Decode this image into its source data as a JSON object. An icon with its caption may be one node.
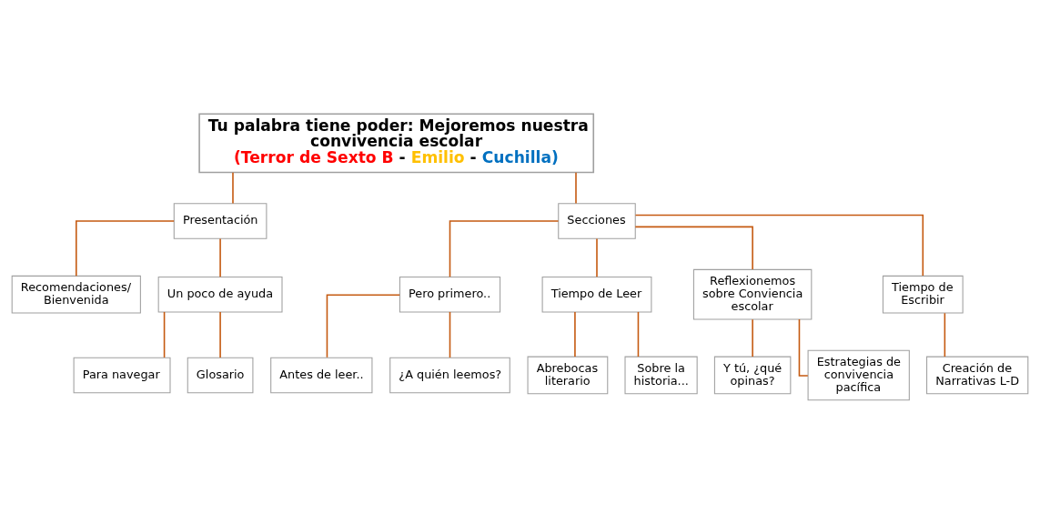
{
  "diagram": {
    "nodes": [
      {
        "text": [
          "Tu palabra tiene poder: Mejoremos nuestra convivencia escolar",
          "(Terror de Sexto B - Emilio - Cuchilla)"
        ]
      },
      {
        "text": [
          "Presentación"
        ]
      },
      {
        "text": [
          "Secciones"
        ]
      },
      {
        "text": [
          "Recomendaciones/ Bienvenida"
        ]
      },
      {
        "text": [
          "Un poco de ayuda"
        ]
      },
      {
        "text": [
          "Pero primero.."
        ]
      },
      {
        "text": [
          "Tiempo de Leer"
        ]
      },
      {
        "text": [
          "Reflexionemos sobre Conviencia escolar"
        ]
      },
      {
        "text": [
          "Tiempo de Escribir"
        ]
      },
      {
        "text": [
          "Para navegar"
        ]
      },
      {
        "text": [
          "Glosario"
        ]
      },
      {
        "text": [
          "Antes de leer.."
        ]
      },
      {
        "text": [
          "¿A quién leemos?"
        ]
      },
      {
        "text": [
          "Abrebocas literario"
        ]
      },
      {
        "text": [
          "Sobre la historia..."
        ]
      },
      {
        "text": [
          "Y tú, ¿qué opinas?"
        ]
      },
      {
        "text": [
          "Estrategias de convivencia pacífica"
        ]
      },
      {
        "text": [
          "Creación de Narrativas L-D"
        ]
      }
    ],
    "edges": [
      {
        "from": 0,
        "to": 1,
        "arrow": "none",
        "color": "#c55a11"
      },
      {
        "from": 0,
        "to": 2,
        "arrow": "none",
        "color": "#c55a11"
      },
      {
        "from": 1,
        "to": 3,
        "arrow": "none",
        "color": "#c55a11"
      },
      {
        "from": 1,
        "to": 4,
        "arrow": "none",
        "color": "#c55a11"
      },
      {
        "from": 2,
        "to": 5,
        "arrow": "none",
        "color": "#c55a11"
      },
      {
        "from": 2,
        "to": 6,
        "arrow": "none",
        "color": "#c55a11"
      },
      {
        "from": 2,
        "to": 7,
        "arrow": "none",
        "color": "#c55a11"
      },
      {
        "from": 2,
        "to": 8,
        "arrow": "none",
        "color": "#c55a11"
      },
      {
        "from": 4,
        "to": 9,
        "arrow": "none",
        "color": "#c55a11"
      },
      {
        "from": 4,
        "to": 10,
        "arrow": "none",
        "color": "#c55a11"
      },
      {
        "from": 5,
        "to": 11,
        "arrow": "none",
        "color": "#c55a11"
      },
      {
        "from": 5,
        "to": 12,
        "arrow": "none",
        "color": "#c55a11"
      },
      {
        "from": 6,
        "to": 13,
        "arrow": "none",
        "color": "#c55a11"
      },
      {
        "from": 6,
        "to": 14,
        "arrow": "none",
        "color": "#c55a11"
      },
      {
        "from": 7,
        "to": 15,
        "arrow": "none",
        "color": "#c55a11"
      },
      {
        "from": 7,
        "to": 16,
        "arrow": "none",
        "color": "#c55a11"
      },
      {
        "from": 8,
        "to": 17,
        "arrow": "none",
        "color": "#c55a11"
      }
    ]
  }
}
